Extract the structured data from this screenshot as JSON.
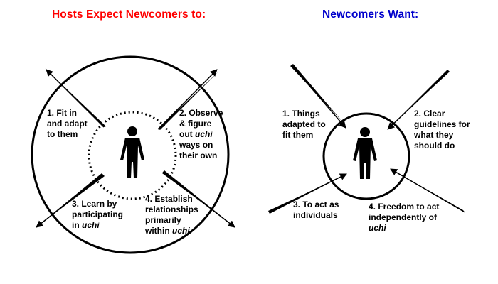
{
  "colors": {
    "left_title": "#ff0000",
    "right_title": "#0000cc",
    "ink": "#000000"
  },
  "left_panel": {
    "title": "Hosts Expect Newcomers to:",
    "labels": {
      "top_left": {
        "line1": "1. Fit in",
        "line2": "and adapt",
        "line3": "to them"
      },
      "top_right": {
        "line1": "2. Observe",
        "line2": "& figure",
        "line3_plain": "out ",
        "line3_em": "uchi",
        "line4": "ways on",
        "line5": "their own"
      },
      "bottom_left": {
        "line1": "3. Learn by",
        "line2": "participating",
        "line3_plain": "in ",
        "line3_em": "uchi"
      },
      "bottom_right": {
        "line1": "4. Establish",
        "line2": "relationships",
        "line3": "primarily",
        "line4_plain": "within ",
        "line4_em": "uchi"
      }
    },
    "icons": [
      "person-icon",
      "outward-arrow-icon",
      "dotted-circle-boundary"
    ]
  },
  "right_panel": {
    "title": "Newcomers Want:",
    "labels": {
      "top_left": {
        "line1": "1. Things",
        "line2": "adapted to",
        "line3": "fit them"
      },
      "top_right": {
        "line1": "2. Clear",
        "line2": "guidelines for",
        "line3": "what they",
        "line4": "should do"
      },
      "bottom_left": {
        "line1": "3. To act as",
        "line2": "individuals"
      },
      "bottom_right": {
        "line1": "4. Freedom to act",
        "line2": "independently of",
        "line3_em": "uchi"
      }
    },
    "icons": [
      "person-icon",
      "inward-arrow-icon"
    ]
  }
}
